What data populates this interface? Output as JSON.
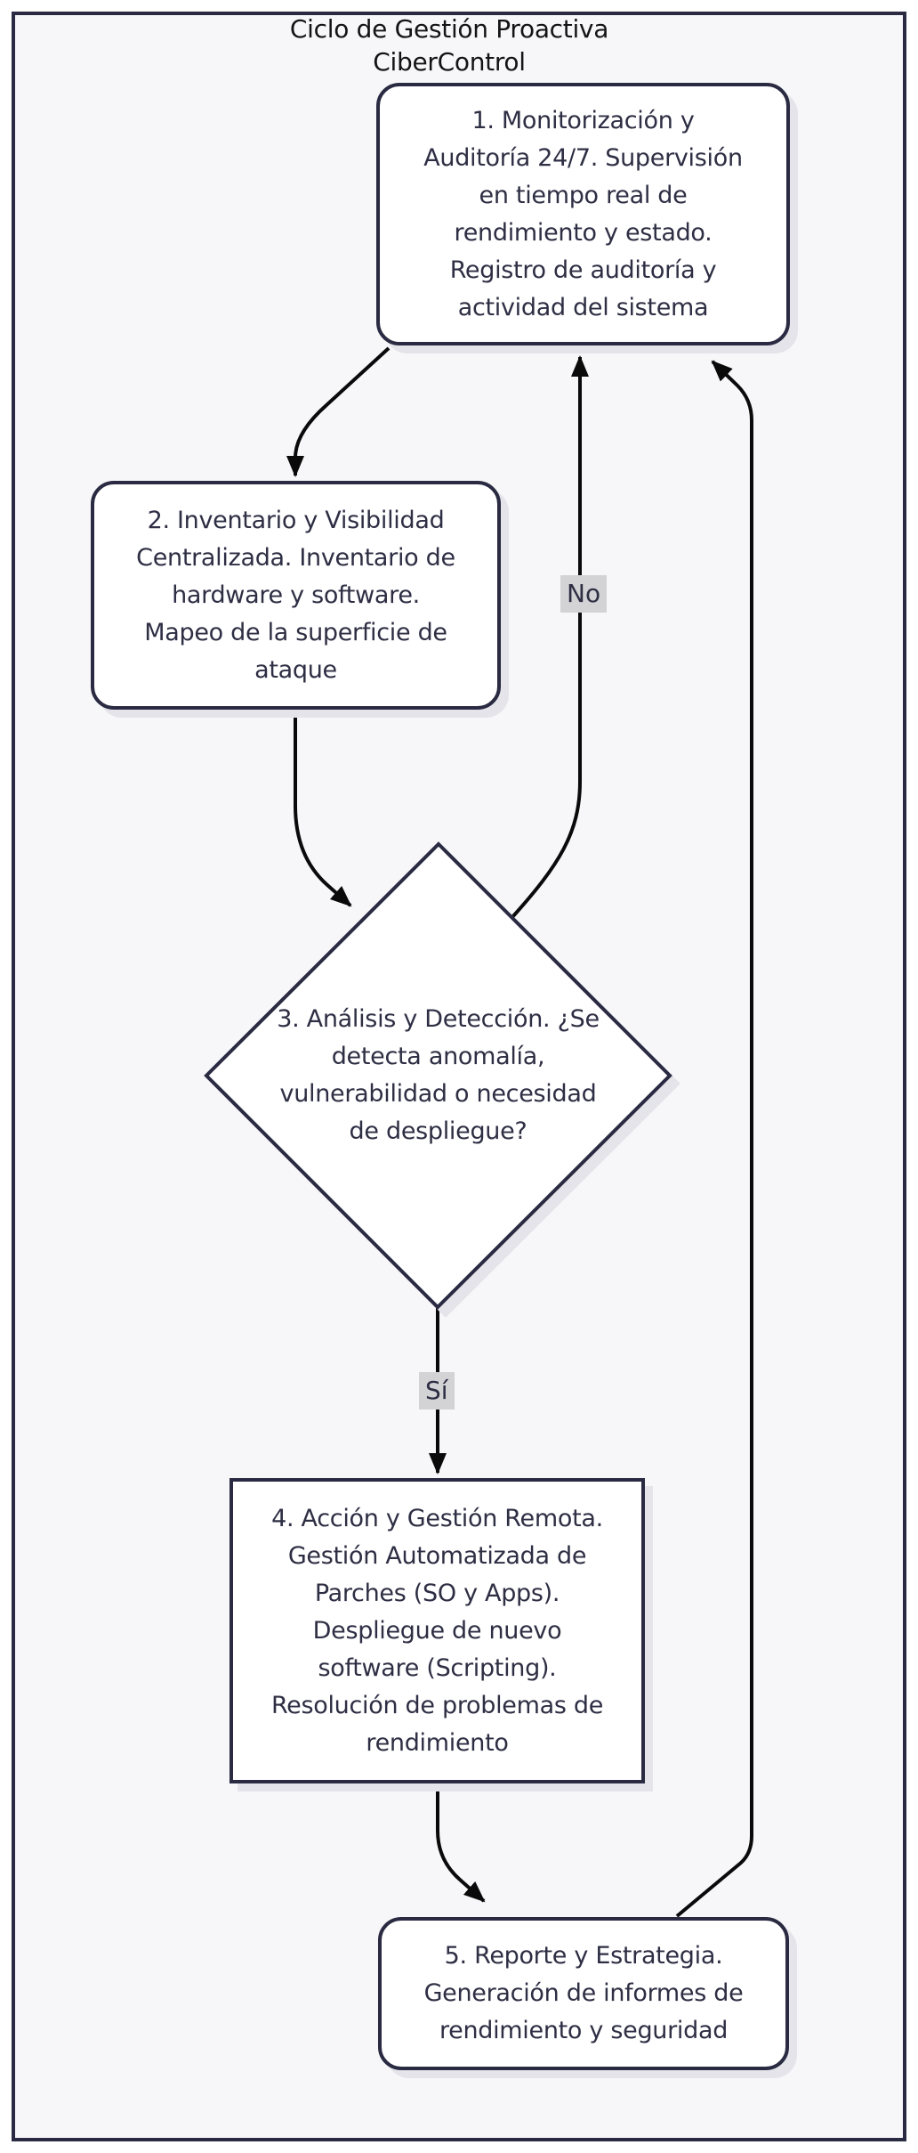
{
  "title": {
    "line1": "Ciclo de Gestión Proactiva",
    "line2": "CiberControl"
  },
  "nodes": {
    "n1": {
      "shape": "rounded-rect",
      "lines": [
        "1. Monitorización y",
        "Auditoría 24/7. Supervisión",
        "en tiempo real de",
        "rendimiento y estado.",
        "Registro de auditoría y",
        "actividad del sistema"
      ]
    },
    "n2": {
      "shape": "rounded-rect",
      "lines": [
        "2. Inventario y Visibilidad",
        "Centralizada. Inventario de",
        "hardware y software.",
        "Mapeo de la superficie de",
        "ataque"
      ]
    },
    "n3": {
      "shape": "diamond",
      "lines": [
        "3. Análisis y Detección. ¿Se",
        "detecta anomalía,",
        "vulnerabilidad o necesidad",
        "de despliegue?"
      ]
    },
    "n4": {
      "shape": "rect",
      "lines": [
        "4. Acción y Gestión Remota.",
        "Gestión Automatizada de",
        "Parches (SO y Apps).",
        "Despliegue de nuevo",
        "software (Scripting).",
        "Resolución de problemas de",
        "rendimiento"
      ]
    },
    "n5": {
      "shape": "rounded-rect",
      "lines": [
        "5. Reporte y Estrategia.",
        "Generación de informes de",
        "rendimiento y seguridad"
      ]
    }
  },
  "edges": [
    {
      "from": "n1",
      "to": "n2",
      "label": ""
    },
    {
      "from": "n2",
      "to": "n3",
      "label": ""
    },
    {
      "from": "n3",
      "to": "n1",
      "label": "No"
    },
    {
      "from": "n3",
      "to": "n4",
      "label": "Sí"
    },
    {
      "from": "n4",
      "to": "n5",
      "label": ""
    },
    {
      "from": "n5",
      "to": "n1",
      "label": ""
    }
  ],
  "colors": {
    "page_background": "#ffffff",
    "panel_background": "#f7f7fa",
    "node_fill": "#ffffff",
    "node_border": "#2a2a42",
    "node_text": "#2e2e44",
    "title_text": "#141414",
    "edge_line": "#0a0a0a",
    "edge_label_background": "#d3d3d6",
    "shadow": "#e4e4ea"
  }
}
